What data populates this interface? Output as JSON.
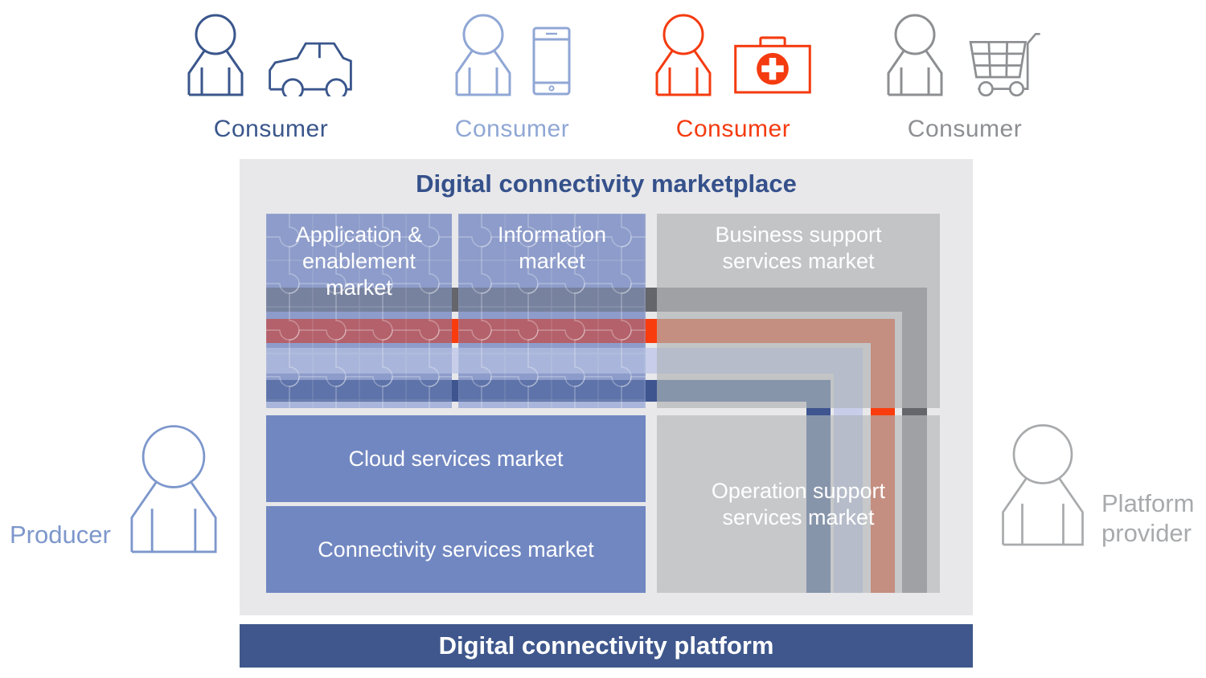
{
  "consumers": [
    {
      "label": "Consumer",
      "item_icon": "car-icon",
      "color": "#3a568c"
    },
    {
      "label": "Consumer",
      "item_icon": "smartphone-icon",
      "color": "#90a7d5"
    },
    {
      "label": "Consumer",
      "item_icon": "first-aid-kit-icon",
      "color": "#f43b10"
    },
    {
      "label": "Consumer",
      "item_icon": "shopping-cart-icon",
      "color": "#8d8f92"
    }
  ],
  "producer": {
    "label": "Producer",
    "color": "#7d97cc"
  },
  "platform_provider": {
    "label": "Platform\nprovider",
    "color": "#a8aaac"
  },
  "marketplace": {
    "title": "Digital connectivity marketplace",
    "title_color": "#35518b",
    "background": "#e8e8ea",
    "blocks": {
      "application": {
        "label": "Application &\nenablement\nmarket",
        "color": "#8d9cca"
      },
      "information": {
        "label": "Information\nmarket",
        "color": "#8d9cca"
      },
      "business": {
        "label": "Business support\nservices market",
        "color": "#c2c4c6"
      },
      "cloud": {
        "label": "Cloud services market",
        "color": "#7187c1"
      },
      "connectivity": {
        "label": "Connectivity services market",
        "color": "#7187c1"
      },
      "operation": {
        "label": "Operation support\nservices market",
        "color": "#c6c8ca"
      }
    }
  },
  "flows": {
    "gray": {
      "over_blue": "#77829f",
      "over_gray": "#a0a1a4",
      "bright": "#64666b"
    },
    "red": {
      "over_blue": "#b4616b",
      "over_gray": "#c48e80",
      "bright": "#f93c0d"
    },
    "light": {
      "over_blue": "#a9b5da",
      "over_gray": "#b6bcc9",
      "bright": "#c8cee9"
    },
    "blue": {
      "over_blue": "#5e73a9",
      "over_gray": "#8795ab",
      "bright": "#3e5590"
    }
  },
  "platform_bar": {
    "label": "Digital connectivity platform",
    "background": "#3f578c",
    "text_color": "#ffffff"
  }
}
